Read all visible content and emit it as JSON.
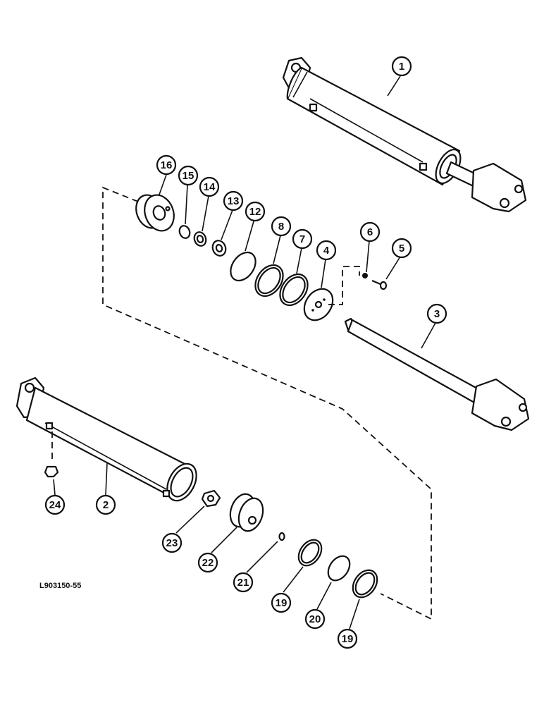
{
  "figure_id": "L903150-55",
  "callouts": [
    {
      "label": "1"
    },
    {
      "label": "16"
    },
    {
      "label": "15"
    },
    {
      "label": "14"
    },
    {
      "label": "13"
    },
    {
      "label": "12"
    },
    {
      "label": "8"
    },
    {
      "label": "7"
    },
    {
      "label": "4"
    },
    {
      "label": "6"
    },
    {
      "label": "5"
    },
    {
      "label": "3"
    },
    {
      "label": "24"
    },
    {
      "label": "2"
    },
    {
      "label": "23"
    },
    {
      "label": "22"
    },
    {
      "label": "21"
    },
    {
      "label": "19"
    },
    {
      "label": "20"
    },
    {
      "label": "19"
    }
  ],
  "colors": {
    "ink": "#111111",
    "paper": "#ffffff"
  }
}
